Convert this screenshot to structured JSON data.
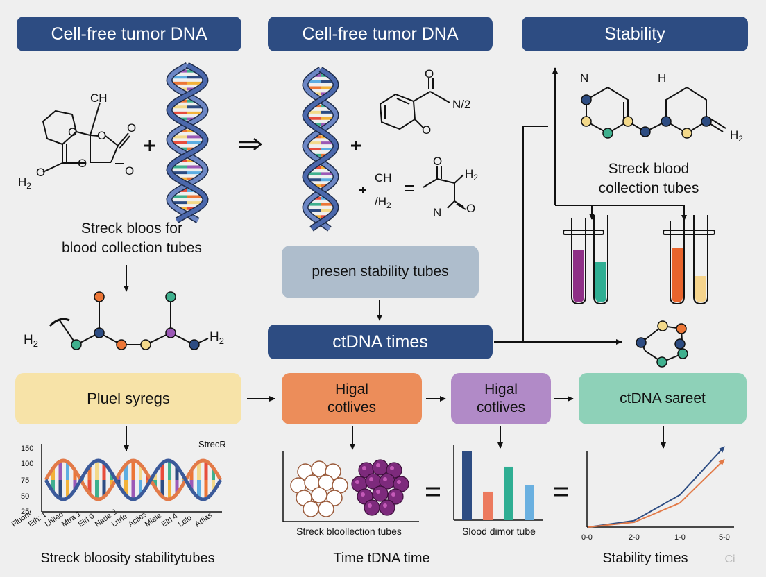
{
  "headers": {
    "h1": "Cell-free tumor DNA",
    "h2": "Cell-free tumor DNA",
    "h3": "Stability"
  },
  "panel1": {
    "molecule_label": "Streck bloos for\nblood collection tubes",
    "ch": "CH",
    "h2_left": "H",
    "h2_left_sub": "2",
    "o1": "O",
    "o2": "O",
    "o3": "O",
    "o4": "O",
    "o5": "O",
    "chain_h2_left": "H",
    "chain_h2_right": "H",
    "chain_sub": "2"
  },
  "panel2": {
    "n2": "N/2",
    "o_top": "O",
    "o_ring": "O",
    "ch": "CH",
    "h2_slash": "/H",
    "h2_sub": "2",
    "o_b1": "O",
    "h2_b": "H",
    "n_b": "N",
    "o_b2": "O",
    "stability_box": "presen stability tubes",
    "ctdna_box": "ctDNA times"
  },
  "panel3": {
    "n": "N",
    "h": "H",
    "h2": "H",
    "h2_sub": "2",
    "label": "Streck blood\ncollection tubes"
  },
  "flow": {
    "box1": "Pluel syregs",
    "box2": "Higal\ncotlives",
    "box3": "Higal\ncotlives",
    "box4": "ctDNA sareet"
  },
  "bottom": {
    "chart1_title": "StrecR",
    "chart1_yticks": [
      "150",
      "100",
      "75",
      "50",
      "25"
    ],
    "chart1_xticks": [
      "Fluoriv",
      "Eth: 1",
      "Lhileo",
      "Mtra 1",
      "Elrl 0",
      "Nade 2",
      "Lnrle",
      "Aciles",
      "Mlele",
      "Elrl 4",
      "Lelo",
      "Adlas"
    ],
    "caption2": "Streck bloollection tubes",
    "caption3": "Slood dimor tube",
    "chart4_xticks": [
      "0-0",
      "2-0",
      "1-0",
      "5-0"
    ],
    "footer1": "Streck bloosity stabilitytubes",
    "footer2": "Time tDNA time",
    "footer3": "Stability times",
    "watermark": "Ci"
  },
  "colors": {
    "header": "#2d4c82",
    "box_yellow": "#f7e3a8",
    "box_orange": "#ec8d5a",
    "box_purple": "#b18ac7",
    "box_teal": "#8ed1b8",
    "box_gray": "#aebdcc"
  },
  "chart_data": [
    {
      "type": "bar",
      "categories": [
        "",
        "",
        "",
        ""
      ],
      "values": [
        138,
        57,
        107,
        70
      ],
      "colors": [
        "#2d4c82",
        "#ec7a5e",
        "#2fae93",
        "#6ab0e0"
      ]
    },
    {
      "type": "line",
      "x": [
        "0-0",
        "2-0",
        "1-0",
        "5-0"
      ],
      "series": [
        {
          "values": [
            0,
            8,
            40,
            100
          ],
          "color": "#2d4c82"
        },
        {
          "values": [
            0,
            6,
            30,
            84
          ],
          "color": "#e27a48"
        }
      ]
    }
  ]
}
